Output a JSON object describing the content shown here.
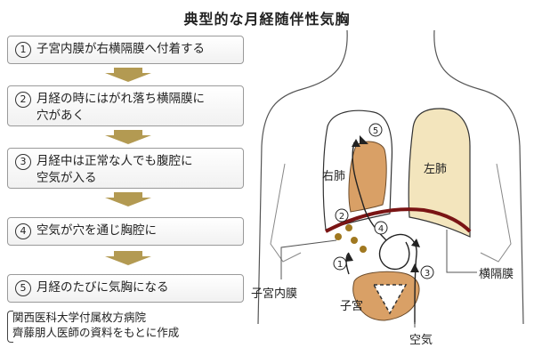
{
  "title": "典型的な月経随伴性気胸",
  "steps": [
    {
      "num": "1",
      "text": "子宮内膜が右横隔膜へ付着する"
    },
    {
      "num": "2",
      "text": "月経の時にはがれ落ち横隔膜に\n穴があく"
    },
    {
      "num": "3",
      "text": "月経中は正常な人でも腹腔に\n空気が入る"
    },
    {
      "num": "4",
      "text": "空気が穴を通じ胸腔に"
    },
    {
      "num": "5",
      "text": "月経のたびに気胸になる"
    }
  ],
  "source": [
    "関西医科大学付属枚方病院",
    "齊藤朋人医師の資料をもとに作成"
  ],
  "diagram": {
    "labels": {
      "right_lung": "右肺",
      "left_lung": "左肺",
      "diaphragm": "横隔膜",
      "endometrium": "子宮内膜",
      "uterus": "子宮",
      "air": "空気"
    },
    "markers": [
      "1",
      "2",
      "3",
      "4",
      "5"
    ],
    "colors": {
      "right_lung": "#d9a066",
      "left_lung": "#f3e5bd",
      "diaphragm": "#7a1414",
      "uterus": "#d9a066",
      "endometrium_dots": "#a07820"
    }
  }
}
